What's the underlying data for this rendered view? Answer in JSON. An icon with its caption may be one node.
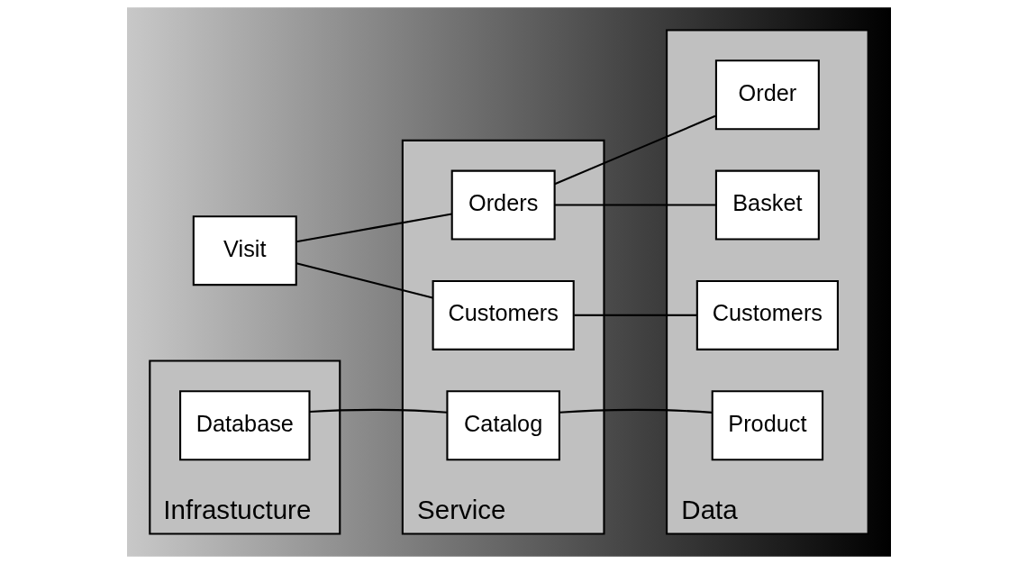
{
  "diagram": {
    "nodes": [
      {
        "text": [
          "Visit"
        ]
      },
      {
        "text": [
          "Infrastucture"
        ]
      },
      {
        "text": [
          "Database"
        ],
        "in": 1
      },
      {
        "text": [
          "Service"
        ]
      },
      {
        "text": [
          "Catalog"
        ],
        "in": 3
      },
      {
        "text": [
          "Customers"
        ],
        "in": 3
      },
      {
        "text": [
          "Orders"
        ],
        "in": 3
      },
      {
        "text": [
          "Data"
        ]
      },
      {
        "text": [
          "Product"
        ],
        "in": 7
      },
      {
        "text": [
          "Customers"
        ],
        "in": 7
      },
      {
        "text": [
          "Order"
        ],
        "in": 7
      },
      {
        "text": [
          "Basket"
        ],
        "in": 7
      }
    ],
    "edges": [
      {
        "from": 2,
        "to": 4,
        "arrow": "none"
      },
      {
        "from": 0,
        "to": 5,
        "arrow": "none"
      },
      {
        "from": 0,
        "to": 6,
        "arrow": "none"
      },
      {
        "from": 4,
        "to": 8,
        "arrow": "none"
      },
      {
        "from": 5,
        "to": 9,
        "arrow": "none"
      },
      {
        "from": 6,
        "to": 10,
        "arrow": "none"
      },
      {
        "from": 6,
        "to": 11,
        "arrow": "none"
      }
    ]
  }
}
